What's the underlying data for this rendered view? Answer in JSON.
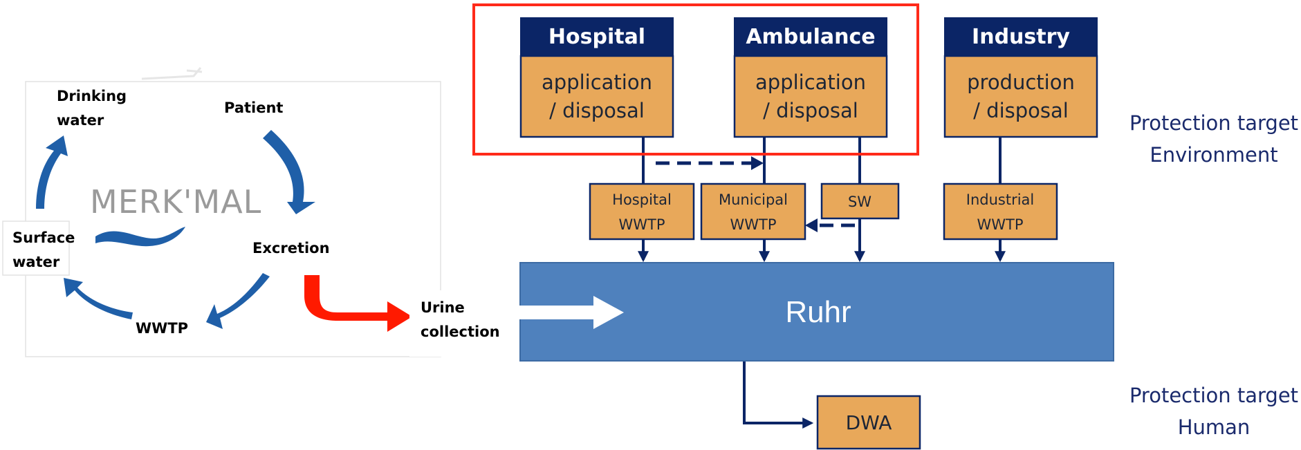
{
  "cycle": {
    "drinking_water": [
      "Drinking",
      "water"
    ],
    "patient": "Patient",
    "surface_water": [
      "Surface",
      "water"
    ],
    "excretion": "Excretion",
    "wwtp": "WWTP",
    "urine_collection": [
      "Urine",
      "collection"
    ],
    "logo": "MERK'MAL"
  },
  "sources": [
    {
      "title": "Hospital",
      "line1": "application",
      "line2": "/ disposal"
    },
    {
      "title": "Ambulance",
      "line1": "application",
      "line2": "/ disposal"
    },
    {
      "title": "Industry",
      "line1": "production",
      "line2": "/ disposal"
    }
  ],
  "treatment": [
    {
      "line1": "Hospital",
      "line2": "WWTP"
    },
    {
      "line1": "Municipal",
      "line2": "WWTP"
    },
    {
      "line1": "SW",
      "line2": ""
    },
    {
      "line1": "Industrial",
      "line2": "WWTP"
    }
  ],
  "river": "Ruhr",
  "dwa": "DWA",
  "targets": {
    "environment": [
      "Protection target",
      "Environment"
    ],
    "human": [
      "Protection target",
      "Human"
    ]
  },
  "colors": {
    "navy": "#0b2566",
    "orange_box": "#e8a85a",
    "river_blue": "#4f81bd",
    "highlight_red": "#ff2a1a",
    "cycle_arrow_blue": "#1f5fa8",
    "urine_arrow_red": "#ff1a00"
  }
}
